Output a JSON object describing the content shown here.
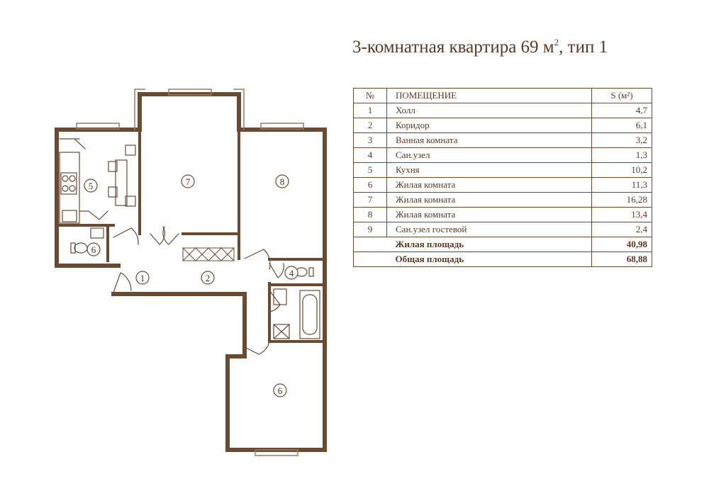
{
  "title": {
    "text": "3-комнатная квартира 69 м",
    "sup": "2",
    "suffix": ", тип 1"
  },
  "table": {
    "header": {
      "num": "№",
      "name": "ПОМЕЩЕНИЕ",
      "area": "S (м²)"
    },
    "rows": [
      {
        "num": "1",
        "name": "Холл",
        "area": "4,7"
      },
      {
        "num": "2",
        "name": "Коридор",
        "area": "6,1"
      },
      {
        "num": "3",
        "name": "Ванная комната",
        "area": "3,2"
      },
      {
        "num": "4",
        "name": "Сан.узел",
        "area": "1,3"
      },
      {
        "num": "5",
        "name": "Кухня",
        "area": "10,2"
      },
      {
        "num": "6",
        "name": "Жилая комната",
        "area": "11,3"
      },
      {
        "num": "7",
        "name": "Жилая комната",
        "area": "16,28"
      },
      {
        "num": "8",
        "name": "Жилая комната",
        "area": "13,4"
      },
      {
        "num": "9",
        "name": "Сан.узел гостевой",
        "area": "2,4"
      }
    ],
    "totals": [
      {
        "name": "Жилая площадь",
        "area": "40,98"
      },
      {
        "name": "Общая площадь",
        "area": "68,88"
      }
    ]
  },
  "plan": {
    "labels": [
      "1",
      "2",
      "4",
      "5",
      "6",
      "7",
      "8",
      "6"
    ],
    "wall_color": "#6b4a30",
    "accent_color": "#9a7a60"
  }
}
